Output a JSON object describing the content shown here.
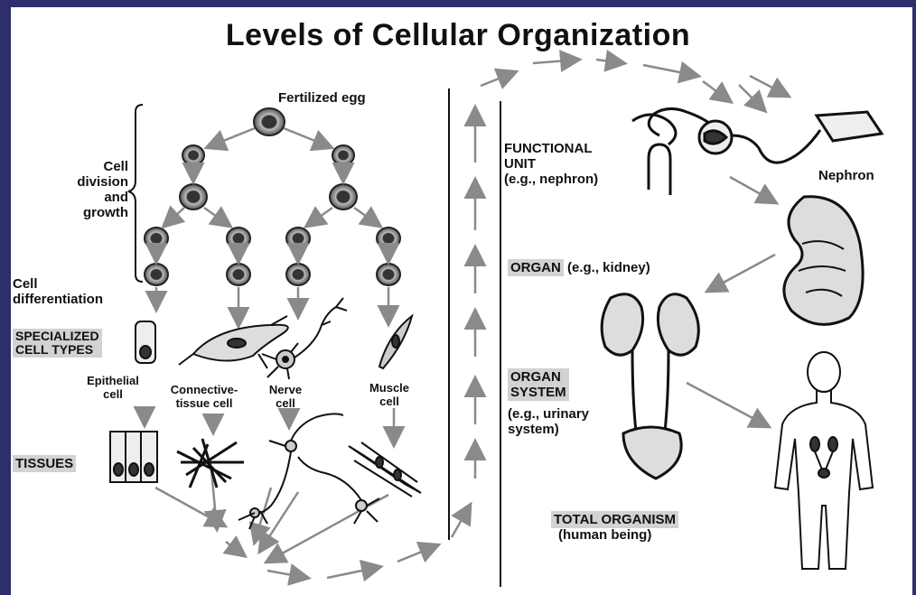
{
  "title": "Levels of Cellular Organization",
  "labels": {
    "fertilized_egg": "Fertilized egg",
    "cell_division_growth": "Cell\ndivision\nand\ngrowth",
    "cell_differentiation": "Cell\ndifferentiation",
    "specialized_cell_types": "SPECIALIZED\nCELL TYPES",
    "epithelial_cell": "Epithelial\ncell",
    "connective_tissue_cell": "Connective-\ntissue cell",
    "nerve_cell": "Nerve\ncell",
    "muscle_cell": "Muscle\ncell",
    "tissues": "TISSUES",
    "functional_unit": "FUNCTIONAL\nUNIT\n(e.g., nephron)",
    "nephron": "Nephron",
    "organ": "ORGAN",
    "organ_example": " (e.g., kidney)",
    "organ_system": "ORGAN\nSYSTEM",
    "organ_system_example": "(e.g., urinary\nsystem)",
    "total_organism": "TOTAL ORGANISM",
    "total_organism_example": "(human being)"
  },
  "colors": {
    "frame": "#2e2d6e",
    "label_box": "#d2d2d2",
    "arrow": "#8a8a8a",
    "ink": "#111111"
  }
}
